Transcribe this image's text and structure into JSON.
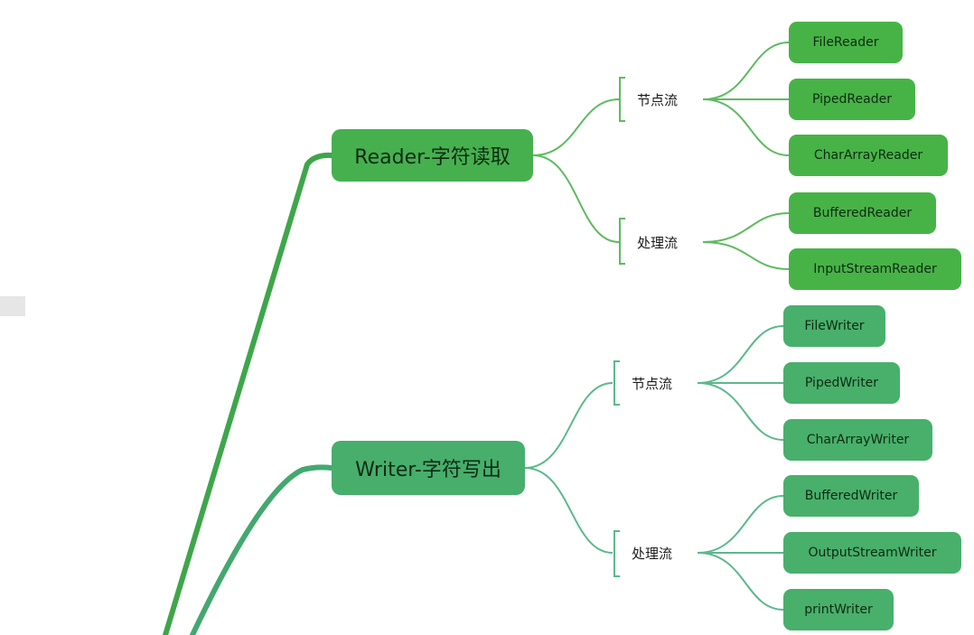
{
  "colors": {
    "reader": "#46b04f",
    "writer": "#47ae6c",
    "reader_leaf": "#47b347",
    "writer_leaf": "#48b06b"
  },
  "reader": {
    "title": "Reader-字符读取",
    "node_stream": {
      "label": "节点流",
      "items": [
        "FileReader",
        "PipedReader",
        "CharArrayReader"
      ]
    },
    "processing_stream": {
      "label": "处理流",
      "items": [
        "BufferedReader",
        "InputStreamReader"
      ]
    }
  },
  "writer": {
    "title": "Writer-字符写出",
    "node_stream": {
      "label": "节点流",
      "items": [
        "FileWriter",
        "PipedWriter",
        "CharArrayWriter"
      ]
    },
    "processing_stream": {
      "label": "处理流",
      "items": [
        "BufferedWriter",
        "OutputStreamWriter",
        "printWriter"
      ]
    }
  }
}
